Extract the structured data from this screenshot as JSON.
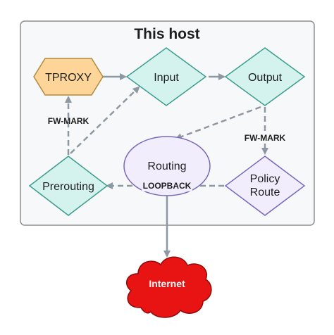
{
  "title": "This host",
  "nodes": {
    "tproxy": {
      "label": "TPROXY",
      "fill": "#fdd599",
      "stroke": "#b08a3e"
    },
    "input": {
      "label": "Input",
      "fill": "#d4f3ef",
      "stroke": "#3b9c8f"
    },
    "output": {
      "label": "Output",
      "fill": "#d4f3ef",
      "stroke": "#3b9c8f"
    },
    "routing": {
      "label": "Routing",
      "fill": "#f1edfd",
      "stroke": "#7b69b8"
    },
    "prerouting": {
      "label": "Prerouting",
      "fill": "#d4f3ef",
      "stroke": "#3b9c8f"
    },
    "policy_route": {
      "label_line1": "Policy",
      "label_line2": "Route",
      "fill": "#f1edfd",
      "stroke": "#7b69b8"
    },
    "internet": {
      "label": "Internet",
      "fill": "#e81313",
      "stroke": "#8f0b0b",
      "text_color": "#ffffff"
    }
  },
  "edge_labels": {
    "fw_mark_left": "FW-MARK",
    "fw_mark_right": "FW-MARK",
    "loopback": "LOOPBACK"
  },
  "colors": {
    "container_fill": "#f7f8f9",
    "container_stroke": "#8e8e8e",
    "edge": "#8e98a2"
  }
}
